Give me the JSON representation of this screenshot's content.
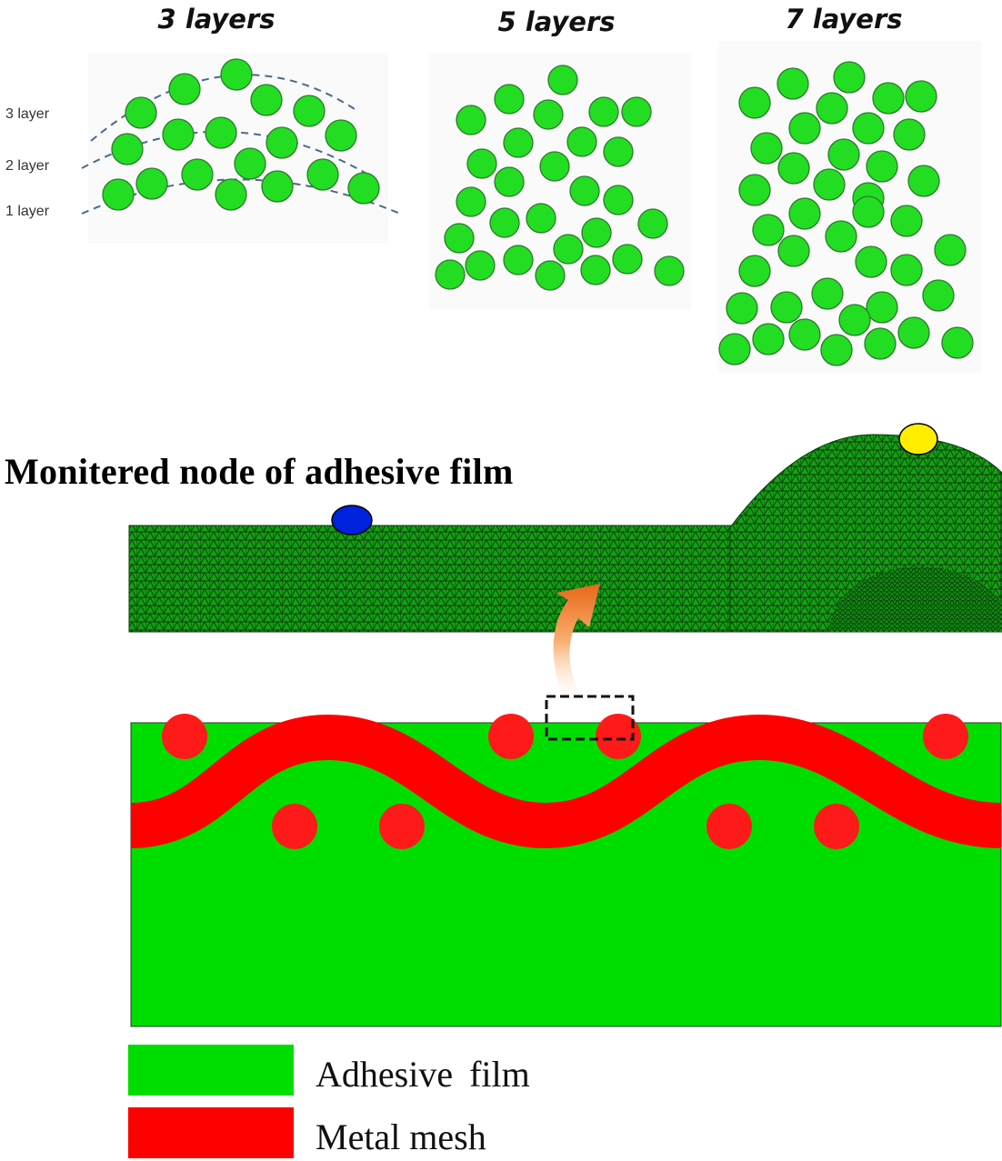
{
  "panels": [
    {
      "title": "3 layers"
    },
    {
      "title": "5 layers"
    },
    {
      "title": "7 layers"
    }
  ],
  "layer_labels": [
    "3 layer",
    "2 layer",
    "1 layer"
  ],
  "monitor_title": "Monitered node of adhesive film",
  "legend": [
    {
      "label": "Adhesive film",
      "color": "#00dd00"
    },
    {
      "label": "Metal mesh",
      "color": "#ff0000"
    }
  ],
  "colors": {
    "fiber": "#22dd22",
    "adhesive": "#00dd00",
    "mesh": "#ff0000",
    "fe_mesh": "#1f8a1f",
    "node_blue": "#0022dd",
    "node_yellow": "#ffee00",
    "arrow": "#f07a20"
  }
}
